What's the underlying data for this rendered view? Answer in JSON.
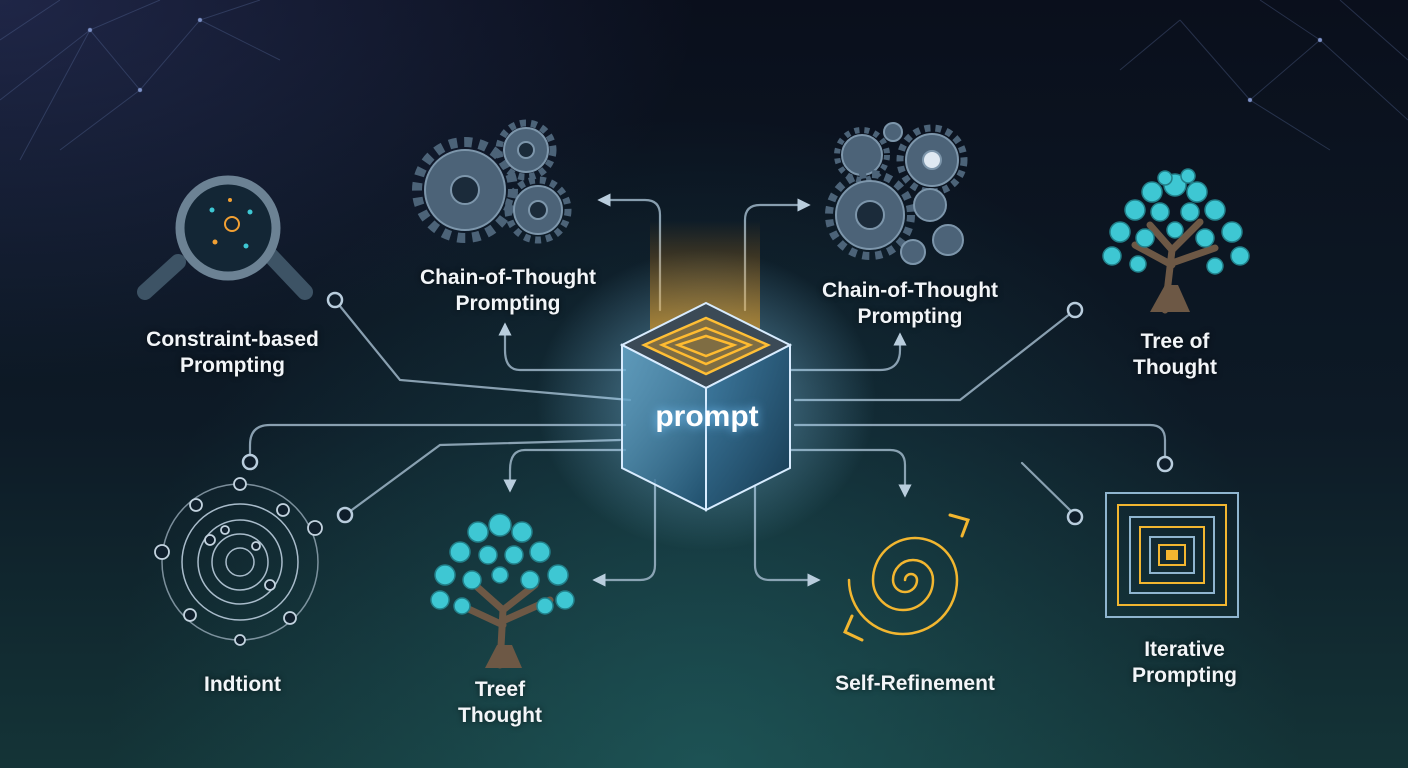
{
  "center": {
    "label": "prompt"
  },
  "nodes": {
    "constraint": "Constraint-based\nPrompting",
    "cot_left": "Chain-of-Thought\nPrompting",
    "cot_right": "Chain-of-Thought\nPrompting",
    "tree_right": "Tree of\nThought",
    "indtiont": "Indtiont",
    "treef": "Treef\nThought",
    "self_refinement": "Self-Refinement",
    "iterative": "Iterative\nPrompting"
  },
  "colors": {
    "line": "#9fb6c8",
    "teal": "#3ec7d3",
    "gold": "#f2b630",
    "gear": "#4c6378"
  }
}
